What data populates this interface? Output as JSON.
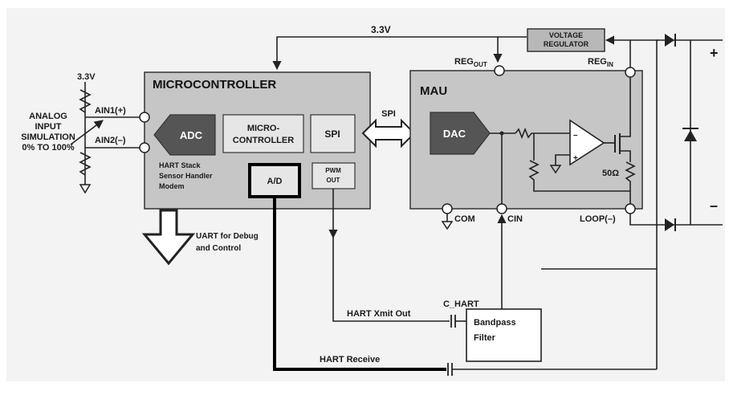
{
  "diagram": {
    "supply_label": "3.3V",
    "supply_left_label": "3.3V",
    "analog_input": [
      "ANALOG",
      "INPUT",
      "SIMULATION",
      "0% TO 100%"
    ],
    "ain1": "AIN1(+)",
    "ain2": "AIN2(–)",
    "microcontroller": {
      "title": "MICROCONTROLLER",
      "adc": "ADC",
      "micro": [
        "MICRO-",
        "CONTROLLER"
      ],
      "spi": "SPI",
      "hart_stack": [
        "HART Stack",
        "Sensor Handler",
        "Modem"
      ],
      "ad": "A/D",
      "pwm": [
        "PWM",
        "OUT"
      ]
    },
    "spi_link": "SPI",
    "mau": {
      "title": "MAU",
      "dac": "DAC",
      "reg_out": "REG",
      "reg_out_sub": "OUT",
      "reg_in": "REG",
      "reg_in_sub": "IN",
      "resistor": "50Ω",
      "com": "COM",
      "cin": "CIN",
      "loop": "LOOP(–)"
    },
    "voltage_regulator": [
      "VOLTAGE",
      "REGULATOR"
    ],
    "uart": [
      "UART for Debug",
      "and Control"
    ],
    "c_hart": "C_HART",
    "hart_xmit": "HART Xmit Out",
    "bandpass": [
      "Bandpass",
      "Filter"
    ],
    "hart_receive": "HART Receive",
    "plus": "+",
    "minus": "–"
  },
  "colors": {
    "block_fill": "#c6c6c6",
    "dark_block": "#555555",
    "light_block": "#e6e6e6",
    "regulator": "#b8b8b8"
  }
}
